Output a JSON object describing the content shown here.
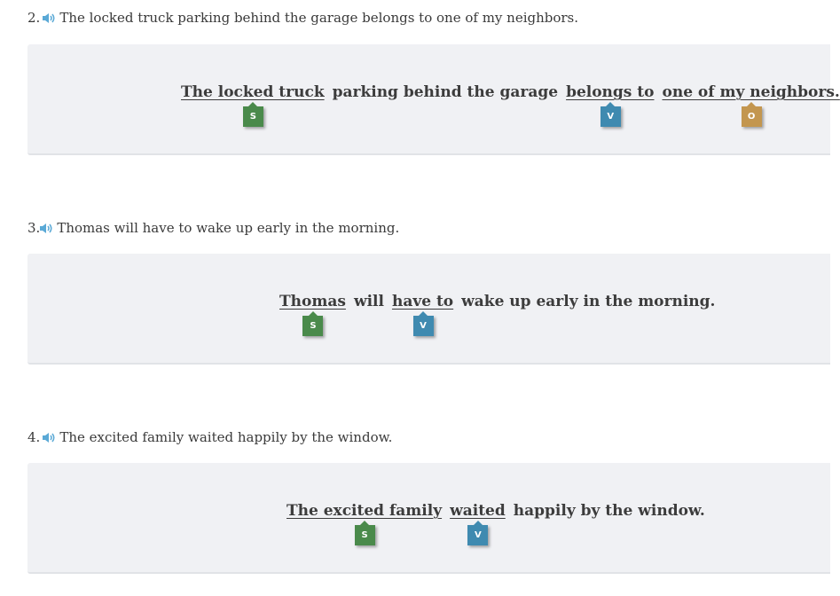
{
  "colors": {
    "subject": "#4a8a4b",
    "verb": "#3f8ab0",
    "object": "#c3964f",
    "box_bg": "#f0f1f4",
    "speaker": "#5aa9d6"
  },
  "questions": [
    {
      "number": "2.",
      "prompt": "The locked truck parking behind the garage belongs to one of my neighbors.",
      "audio_icon": "speaker-icon",
      "parts": [
        {
          "text": "The locked truck",
          "role": "subject",
          "tag": "S"
        },
        {
          "text": "parking behind the garage",
          "role": "none"
        },
        {
          "text": "belongs to",
          "role": "verb",
          "tag": "V"
        },
        {
          "text": "one of my neighbors.",
          "role": "object",
          "tag": "O"
        }
      ]
    },
    {
      "number": "3.",
      "prompt": "Thomas will have to wake up early in the morning.",
      "audio_icon": "speaker-icon",
      "parts": [
        {
          "text": "Thomas",
          "role": "subject",
          "tag": "S"
        },
        {
          "text": "will",
          "role": "none"
        },
        {
          "text": "have to",
          "role": "verb",
          "tag": "V"
        },
        {
          "text": "wake up early in the morning.",
          "role": "none"
        }
      ]
    },
    {
      "number": "4.",
      "prompt": "The excited family waited happily by the window.",
      "audio_icon": "speaker-icon",
      "parts": [
        {
          "text": "The excited family",
          "role": "subject",
          "tag": "S"
        },
        {
          "text": "waited",
          "role": "verb",
          "tag": "V"
        },
        {
          "text": "happily by the window.",
          "role": "none"
        }
      ]
    }
  ]
}
